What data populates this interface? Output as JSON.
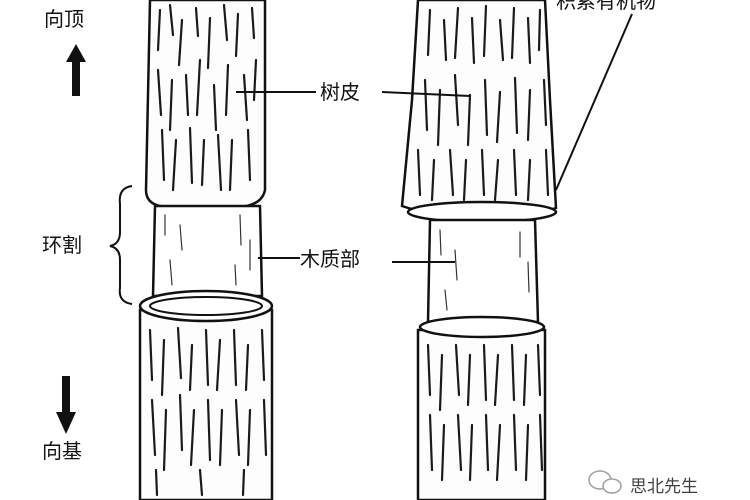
{
  "labels": {
    "to_apex": "向顶",
    "to_base": "向基",
    "girdling": "环割",
    "bark": "树皮",
    "xylem": "木质部",
    "accumulated_organics": "积累有机物",
    "watermark": "思北先生"
  },
  "icons": {
    "up_arrow": "arrow-up-icon",
    "down_arrow": "arrow-down-icon",
    "watermark_logo": "wechat-logo-icon"
  },
  "colors": {
    "ink": "#111111",
    "background": "#ffffff"
  }
}
